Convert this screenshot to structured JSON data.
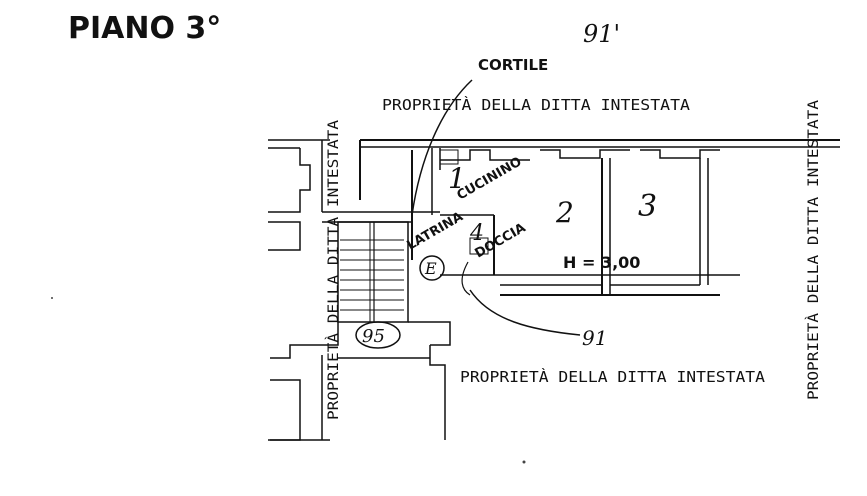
{
  "floor_label": "PIANO 3°",
  "labels": {
    "courtyard": "CORTILE",
    "owner_top": "PROPRIETÀ DELLA DITTA INTESTATA",
    "owner_bottom": "PROPRIETÀ DELLA DITTA INTESTATA",
    "owner_left": "PROPRIETÀ DELLA DITTA INTESTATA",
    "owner_right": "PROPRIETÀ DELLA DITTA INTESTATA",
    "kitchenette": "CUCININO",
    "toilet": "LATRINA",
    "shower": "DOCCIA",
    "height": "H = 3,00"
  },
  "room_numbers": {
    "room1": "1",
    "room2": "2",
    "room3": "3",
    "room4": "4"
  },
  "parcel_numbers": {
    "main": "91",
    "main_mark": "91'",
    "lower": "91",
    "stair": "95"
  },
  "stair_marker": "E",
  "colors": {
    "ink": "#111111",
    "paper": "#ffffff"
  }
}
